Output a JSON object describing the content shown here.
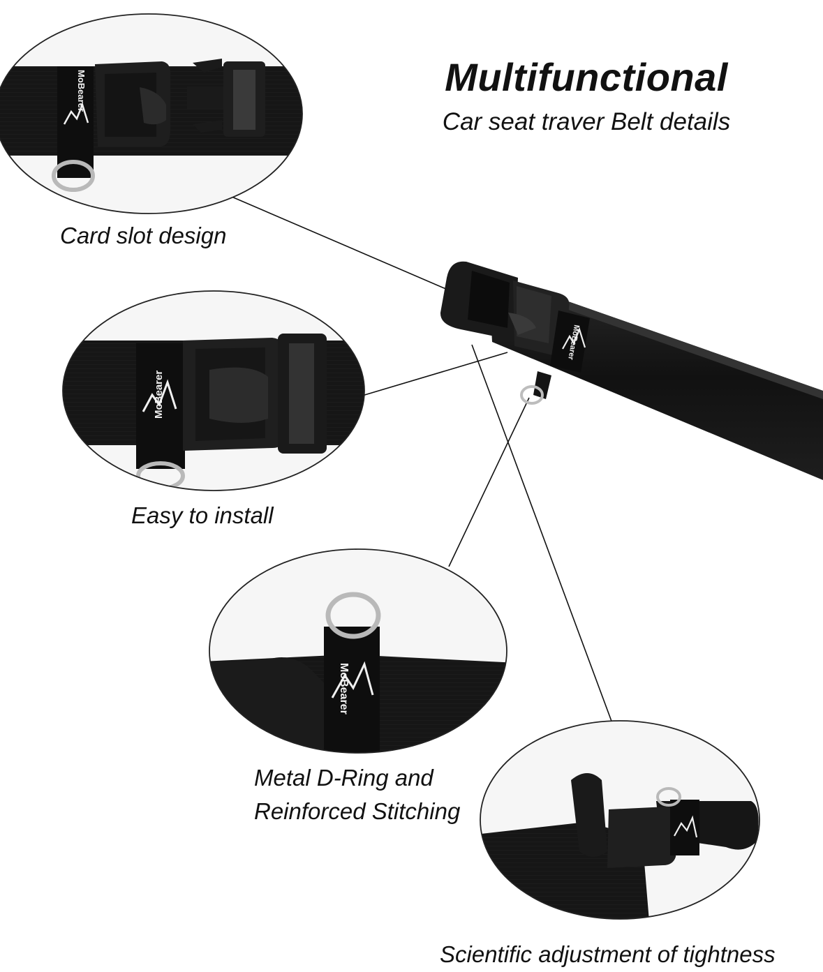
{
  "header": {
    "title": "Multifunctional",
    "subtitle": "Car seat traver Belt details"
  },
  "features": [
    {
      "caption_lines": [
        "Card slot design"
      ]
    },
    {
      "caption_lines": [
        "Easy to install"
      ]
    },
    {
      "caption_lines": [
        "Metal D-Ring and",
        "Reinforced Stitching"
      ]
    },
    {
      "caption_lines": [
        "Scientific adjustment of tightness"
      ]
    }
  ],
  "brand": {
    "name": "MoBearer"
  },
  "colors": {
    "background": "#ffffff",
    "webbing": "#141414",
    "buckle": "#1c1c1c",
    "ring": "#b9b9b9",
    "text": "#111111"
  }
}
